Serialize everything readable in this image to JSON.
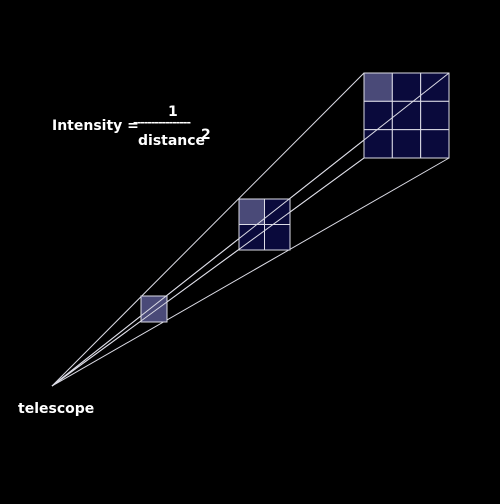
{
  "colors": {
    "background": "#000000",
    "line": "#dcdce6",
    "cell_fill": "#0a0a3c",
    "highlight_cell_fill": "#4a4a78",
    "text": "#ffffff"
  },
  "formula": {
    "lhs": "Intensity =",
    "numerator": "1",
    "fraction_bar": "----------------",
    "denominator": "distance",
    "exponent": "2"
  },
  "source_label": "telescope",
  "grids": [
    {
      "cells_per_side": 1,
      "highlighted_cells": 1
    },
    {
      "cells_per_side": 2,
      "highlighted_cells": 1
    },
    {
      "cells_per_side": 3,
      "highlighted_cells": 1
    }
  ]
}
